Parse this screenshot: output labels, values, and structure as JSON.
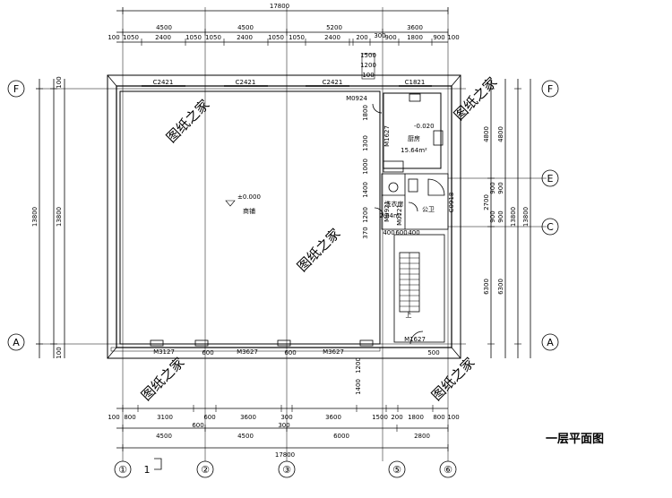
{
  "drawing_title": "一层平面图",
  "top_total": "17800",
  "bottom_total": "17800",
  "top_bays": [
    "4500",
    "4500",
    "5200",
    "3600"
  ],
  "top_openings": [
    "100",
    "1050",
    "2400",
    "1050",
    "1050",
    "2400",
    "1050",
    "1050",
    "2400",
    "200",
    "900",
    "1800",
    "900",
    "100"
  ],
  "top_300": "300",
  "top_small_dims": [
    "1500",
    "1200",
    "100"
  ],
  "bottom_bays": [
    "4500",
    "4500",
    "6000",
    "2800"
  ],
  "bottom_openings": [
    "100",
    "800",
    "3100",
    "600",
    "3600",
    "300",
    "3600",
    "1500",
    "200",
    "1800",
    "800",
    "100"
  ],
  "bottom_sub": [
    "600",
    "300"
  ],
  "left_total": "13800",
  "left_inner": "13800",
  "left_ends": [
    "100",
    "100"
  ],
  "right_dims": [
    "4800",
    "2700",
    "6300"
  ],
  "right_inner": [
    "4800",
    "900",
    "900",
    "900",
    "900",
    "6300"
  ],
  "right_total": "13800",
  "right_total_inner": "13800",
  "axes_bottom": [
    "①",
    "②",
    "③",
    "⑤",
    "⑥"
  ],
  "axis_extra": "1",
  "axes_left": [
    "F",
    "A"
  ],
  "axes_right": [
    "F",
    "E",
    "C",
    "A"
  ],
  "windows_top": [
    "C2421",
    "C2421",
    "C2421",
    "C1821"
  ],
  "doors_bottom": [
    "M3127",
    "M3627",
    "M3627"
  ],
  "door_labels": [
    "M0924",
    "M1627",
    "M1627",
    "M0921",
    "M0721",
    "C0918"
  ],
  "rooms": {
    "shop": "商铺",
    "shop_level": "±0.000",
    "kitchen": "厨房",
    "kitchen_area": "15.64m²",
    "kitchen_level": "-0.020",
    "wash": "洗衣房",
    "wash_area": "2.64m²",
    "toilet": "公卫",
    "stair_mark": "上"
  },
  "small_dims": [
    "1800",
    "1300",
    "1400",
    "1000",
    "1200",
    "400",
    "600",
    "400",
    "1200",
    "1400",
    "370",
    "600",
    "600",
    "500"
  ],
  "watermark": "图纸之家"
}
